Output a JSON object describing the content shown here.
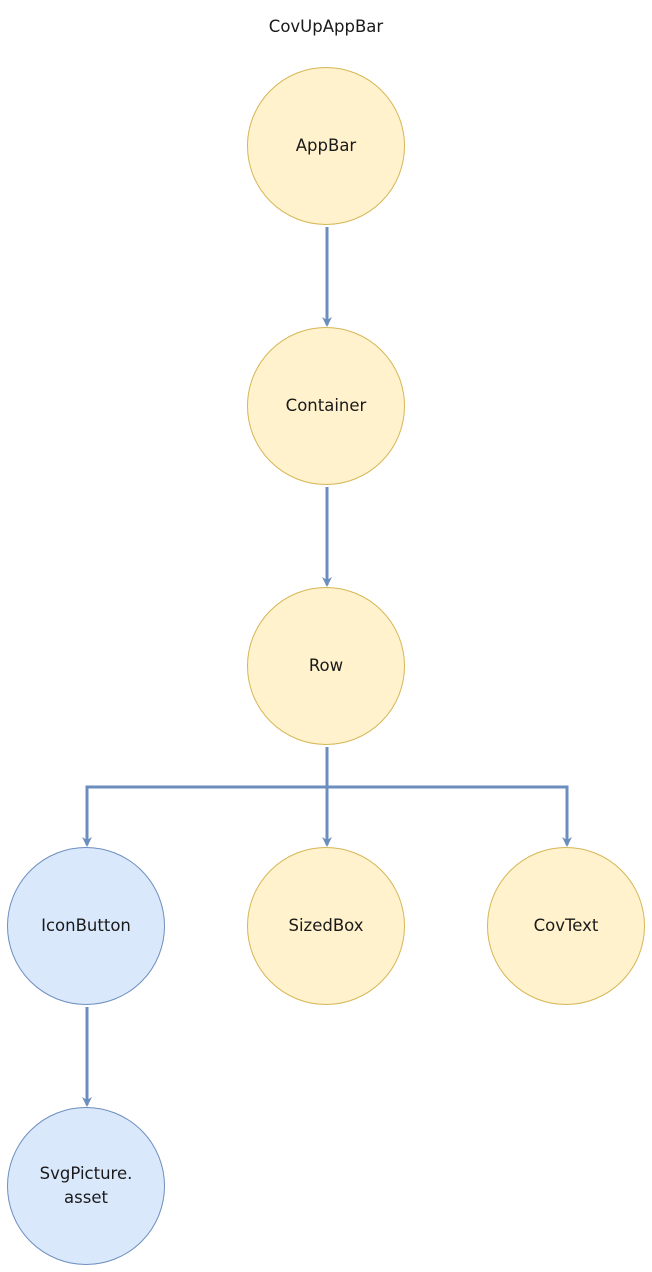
{
  "diagram": {
    "title": "CovUpAppBar",
    "colors": {
      "edge": "#6c8ebf",
      "yellow_fill": "#fff2cc",
      "yellow_border": "#d6b656",
      "blue_fill": "#dae8fc",
      "blue_border": "#6c8ebf"
    },
    "nodes": {
      "appbar": "AppBar",
      "container": "Container",
      "row": "Row",
      "iconbutton": "IconButton",
      "sizedbox": "SizedBox",
      "covtext": "CovText",
      "svgpicture": "SvgPicture.\nasset"
    },
    "edges": [
      {
        "from": "appbar",
        "to": "container"
      },
      {
        "from": "container",
        "to": "row"
      },
      {
        "from": "row",
        "to": "iconbutton"
      },
      {
        "from": "row",
        "to": "sizedbox"
      },
      {
        "from": "row",
        "to": "covtext"
      },
      {
        "from": "iconbutton",
        "to": "svgpicture"
      }
    ]
  }
}
